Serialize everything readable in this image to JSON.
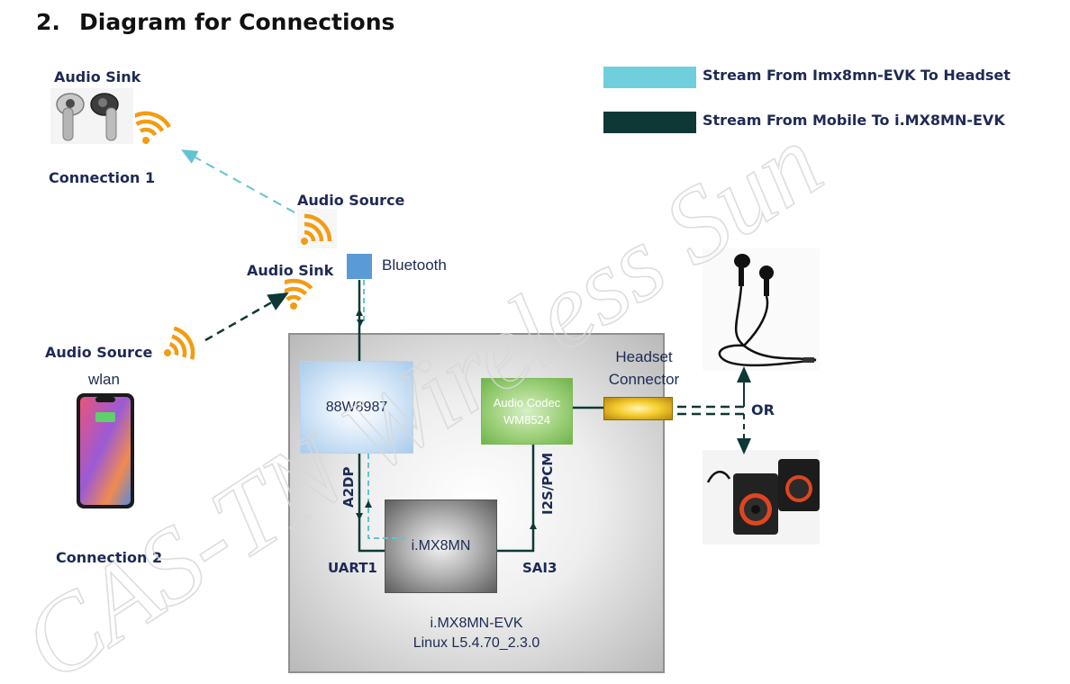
{
  "heading": {
    "number": "2.",
    "title": "Diagram for Connections"
  },
  "legend": [
    {
      "label": "Stream From Imx8mn-EVK To Headset",
      "color": "#6fcfdc"
    },
    {
      "label": "Stream From Mobile To i.MX8MN-EVK",
      "color": "#0e3835"
    }
  ],
  "connection1": {
    "sink_label": "Audio Sink",
    "connection_label": "Connection 1",
    "source_label": "Audio Source"
  },
  "connection2": {
    "sink_label": "Audio Sink",
    "source_label": "Audio Source",
    "wlan_label": "wlan",
    "connection_label": "Connection 2"
  },
  "bluetooth": {
    "label": "Bluetooth",
    "color": "#5b9bd5"
  },
  "board": {
    "wifi_chip": "88W8987",
    "codec_line1": "Audio Codec",
    "codec_line2": "WM8524",
    "soc": "i.MX8MN",
    "a2dp": "A2DP",
    "i2s": "I2S/PCM",
    "uart": "UART1",
    "sai": "SAI3",
    "name_line1": "i.MX8MN-EVK",
    "name_line2": "Linux L5.4.70_2.3.0"
  },
  "headset": {
    "label_line1": "Headset",
    "label_line2": "Connector",
    "or_label": "OR"
  },
  "icons": [
    "earbuds-icon",
    "wifi-signal-icon",
    "smartphone-icon",
    "earphones-icon",
    "speakers-icon"
  ],
  "watermark": "CAS-TN Wireless Sun"
}
